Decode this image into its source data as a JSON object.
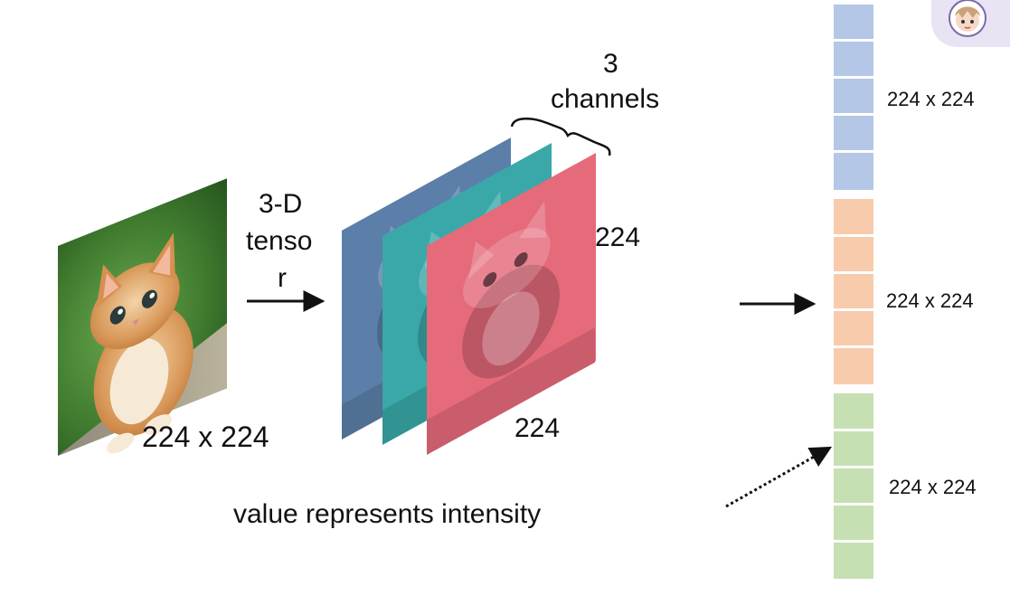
{
  "labels": {
    "input_size": "224 x 224",
    "tensor_label_line1": "3-D",
    "tensor_label_line2": "tenso",
    "tensor_label_line3": "r",
    "channels_count": "3",
    "channels_word": "channels",
    "height_label": "224",
    "width_label": "224",
    "caption": "value represents intensity",
    "block_label_blue": "224 x 224",
    "block_label_orange": "224 x 224",
    "block_label_green": "224 x 224"
  },
  "colors": {
    "channel_blue": "#5b7fa8",
    "channel_teal": "#3aa8a8",
    "channel_red": "#e56a7a",
    "vector_blue": "#b4c7e7",
    "vector_orange": "#f8cbad",
    "vector_green": "#c6e0b4"
  },
  "icons": {
    "avatar": "anime-cat-girl-avatar"
  }
}
